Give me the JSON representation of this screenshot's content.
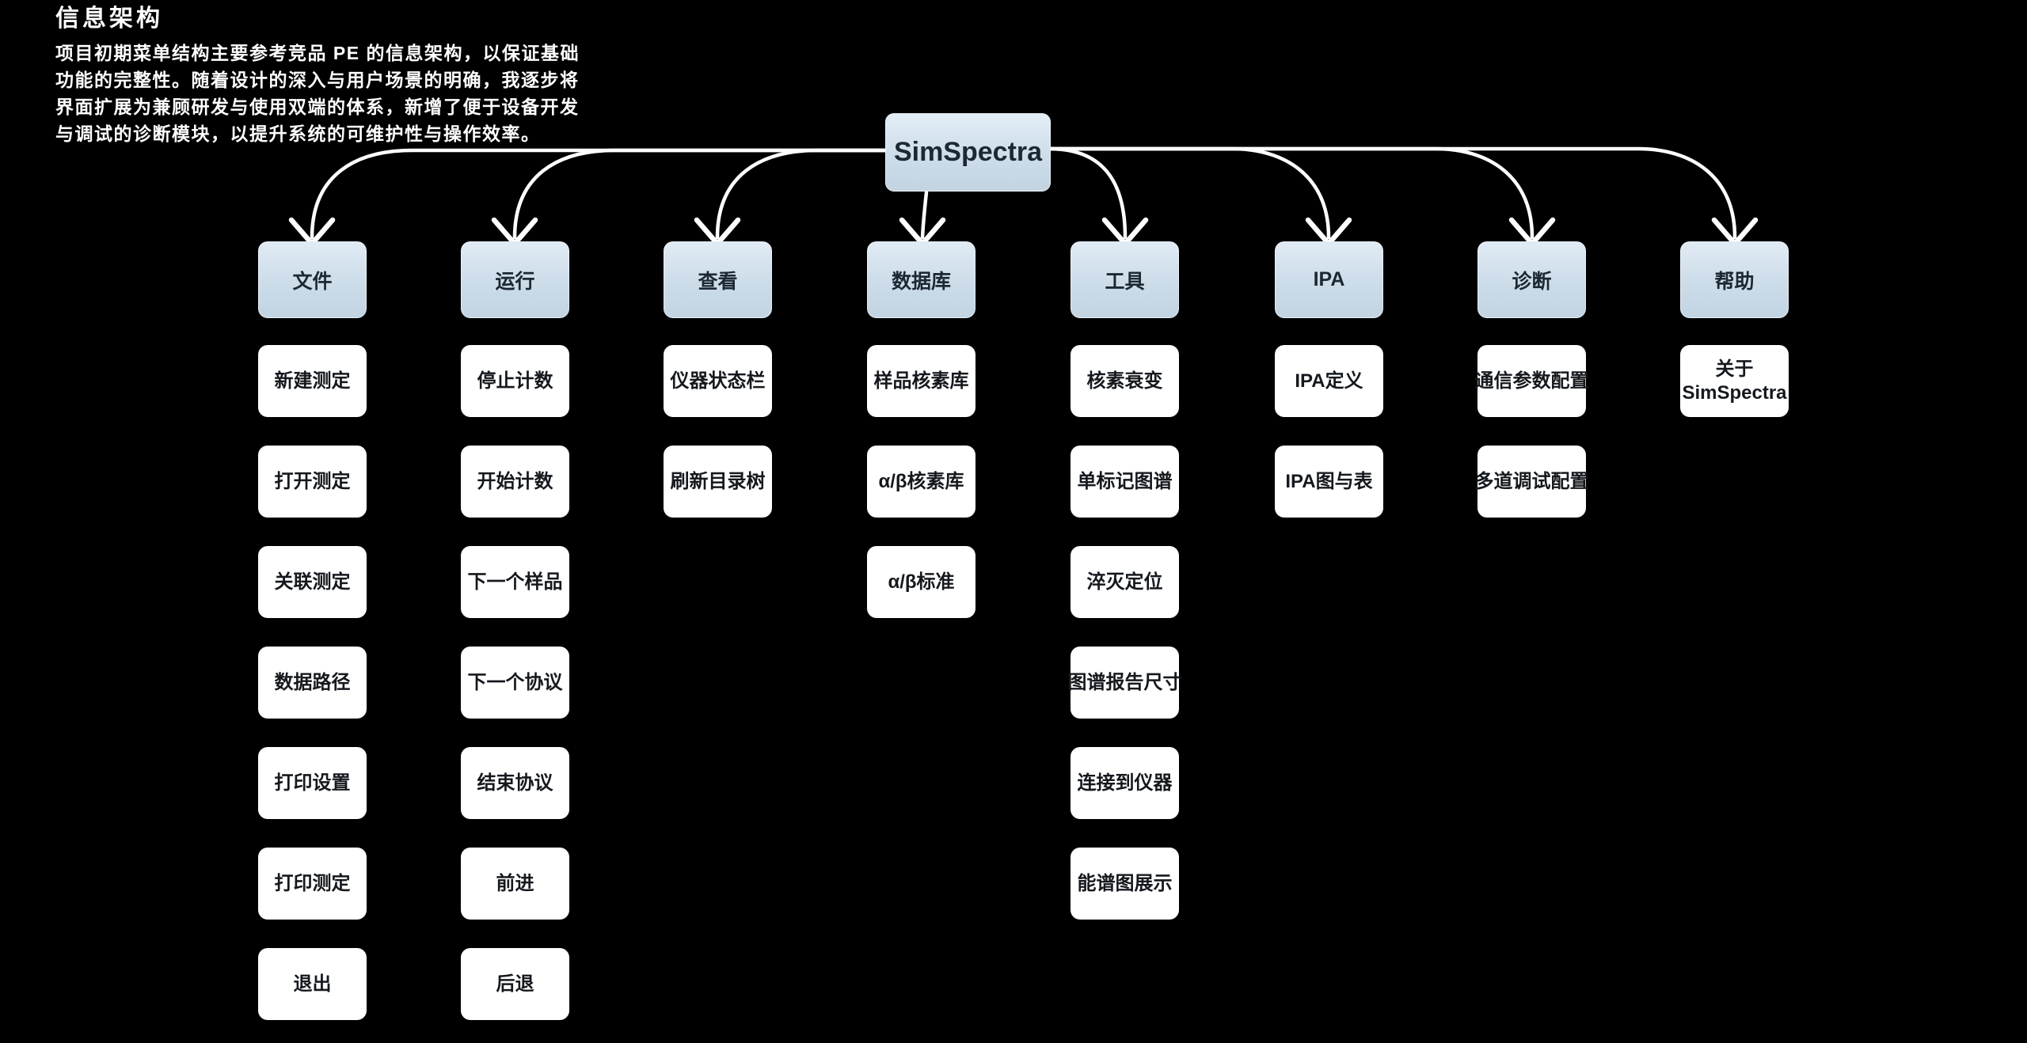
{
  "header": {
    "title": "信息架构",
    "description_lines": [
      "项目初期菜单结构主要参考竞品 PE 的信息架构，以保证基础",
      "功能的完整性。随着设计的深入与用户场景的明确，我逐步将",
      "界面扩展为兼顾研发与使用双端的体系，新增了便于设备开发",
      "与调试的诊断模块，以提升系统的可维护性与操作效率。"
    ]
  },
  "diagram": {
    "root": {
      "label": "SimSpectra"
    },
    "columns": [
      {
        "id": "file",
        "label": "文件",
        "items": [
          "新建测定",
          "打开测定",
          "关联测定",
          "数据路径",
          "打印设置",
          "打印测定",
          "退出"
        ]
      },
      {
        "id": "run",
        "label": "运行",
        "items": [
          "停止计数",
          "开始计数",
          "下一个样品",
          "下一个协议",
          "结束协议",
          "前进",
          "后退"
        ]
      },
      {
        "id": "view",
        "label": "查看",
        "items": [
          "仪器状态栏",
          "刷新目录树"
        ]
      },
      {
        "id": "database",
        "label": "数据库",
        "items": [
          "样品核素库",
          "α/β核素库",
          "α/β标准"
        ]
      },
      {
        "id": "tools",
        "label": "工具",
        "items": [
          "核素衰变",
          "单标记图谱",
          "淬灭定位",
          "图谱报告尺寸",
          "连接到仪器",
          "能谱图展示"
        ]
      },
      {
        "id": "ipa",
        "label": "IPA",
        "items": [
          "IPA定义",
          "IPA图与表"
        ]
      },
      {
        "id": "diagnostics",
        "label": "诊断",
        "items": [
          "通信参数配置",
          "多道调试配置"
        ]
      },
      {
        "id": "help",
        "label": "帮助",
        "items": [
          "关于 SimSpectra"
        ]
      }
    ]
  },
  "colors": {
    "background": "#000000",
    "node_gradient_top": "#e1ebf5",
    "node_gradient_bottom": "#c2d3e2",
    "node_text": "#1c2833",
    "item_background": "#ffffff",
    "item_text": "#15191e",
    "connector": "#ffffff",
    "heading_text": "#ffffff"
  }
}
